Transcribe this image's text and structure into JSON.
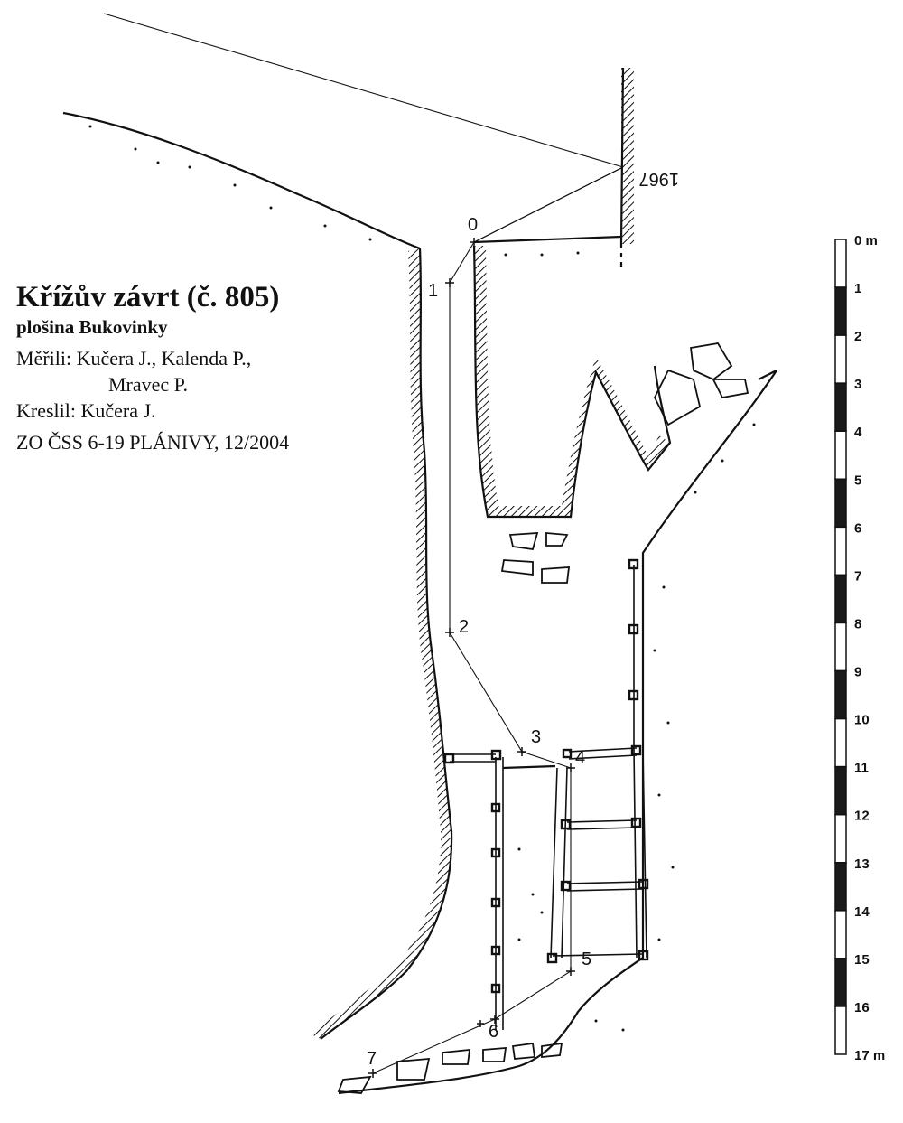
{
  "legend": {
    "title": "Křížův závrt (č. 805)",
    "subtitle": "plošina Bukovinky",
    "measured_line1": "Měřili: Kučera J., Kalenda P.,",
    "measured_line2": "Mravec P.",
    "drawn": "Kreslil: Kučera J.",
    "organization": "ZO ČSS 6-19 PLÁNIVY, 12/2004"
  },
  "year_mark": "1967",
  "stations": [
    "0",
    "1",
    "2",
    "3",
    "4",
    "5",
    "6",
    "7"
  ],
  "scale": {
    "labels": [
      "0 m",
      "1",
      "2",
      "3",
      "4",
      "5",
      "6",
      "7",
      "8",
      "9",
      "10",
      "11",
      "12",
      "13",
      "14",
      "15",
      "16",
      "17 m"
    ],
    "max_m": 17
  }
}
